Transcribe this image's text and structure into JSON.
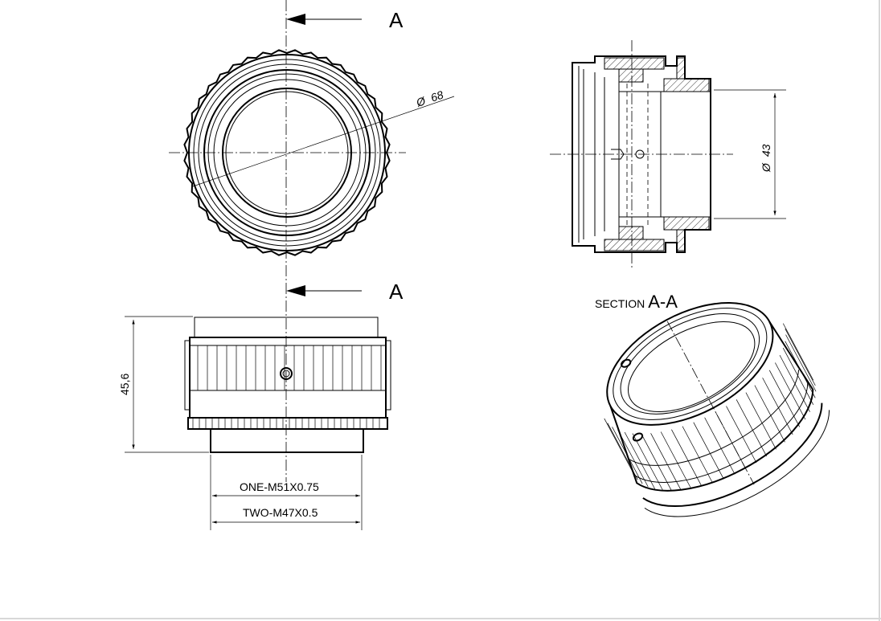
{
  "section_marker": {
    "letter": "A"
  },
  "front_view": {
    "diameter_symbol": "Ø",
    "diameter_value": "68"
  },
  "side_section": {
    "diameter_symbol": "Ø",
    "diameter_value": "43"
  },
  "elevation_view": {
    "height_value": "45,6",
    "thread_one": "ONE-M51X0.75",
    "thread_two": "TWO-M47X0.5"
  },
  "iso_view": {
    "section_prefix": "SECTION",
    "section_name": "A-A"
  },
  "colors": {
    "line": "#000000",
    "background": "#ffffff",
    "frame": "#d8d8d8"
  }
}
